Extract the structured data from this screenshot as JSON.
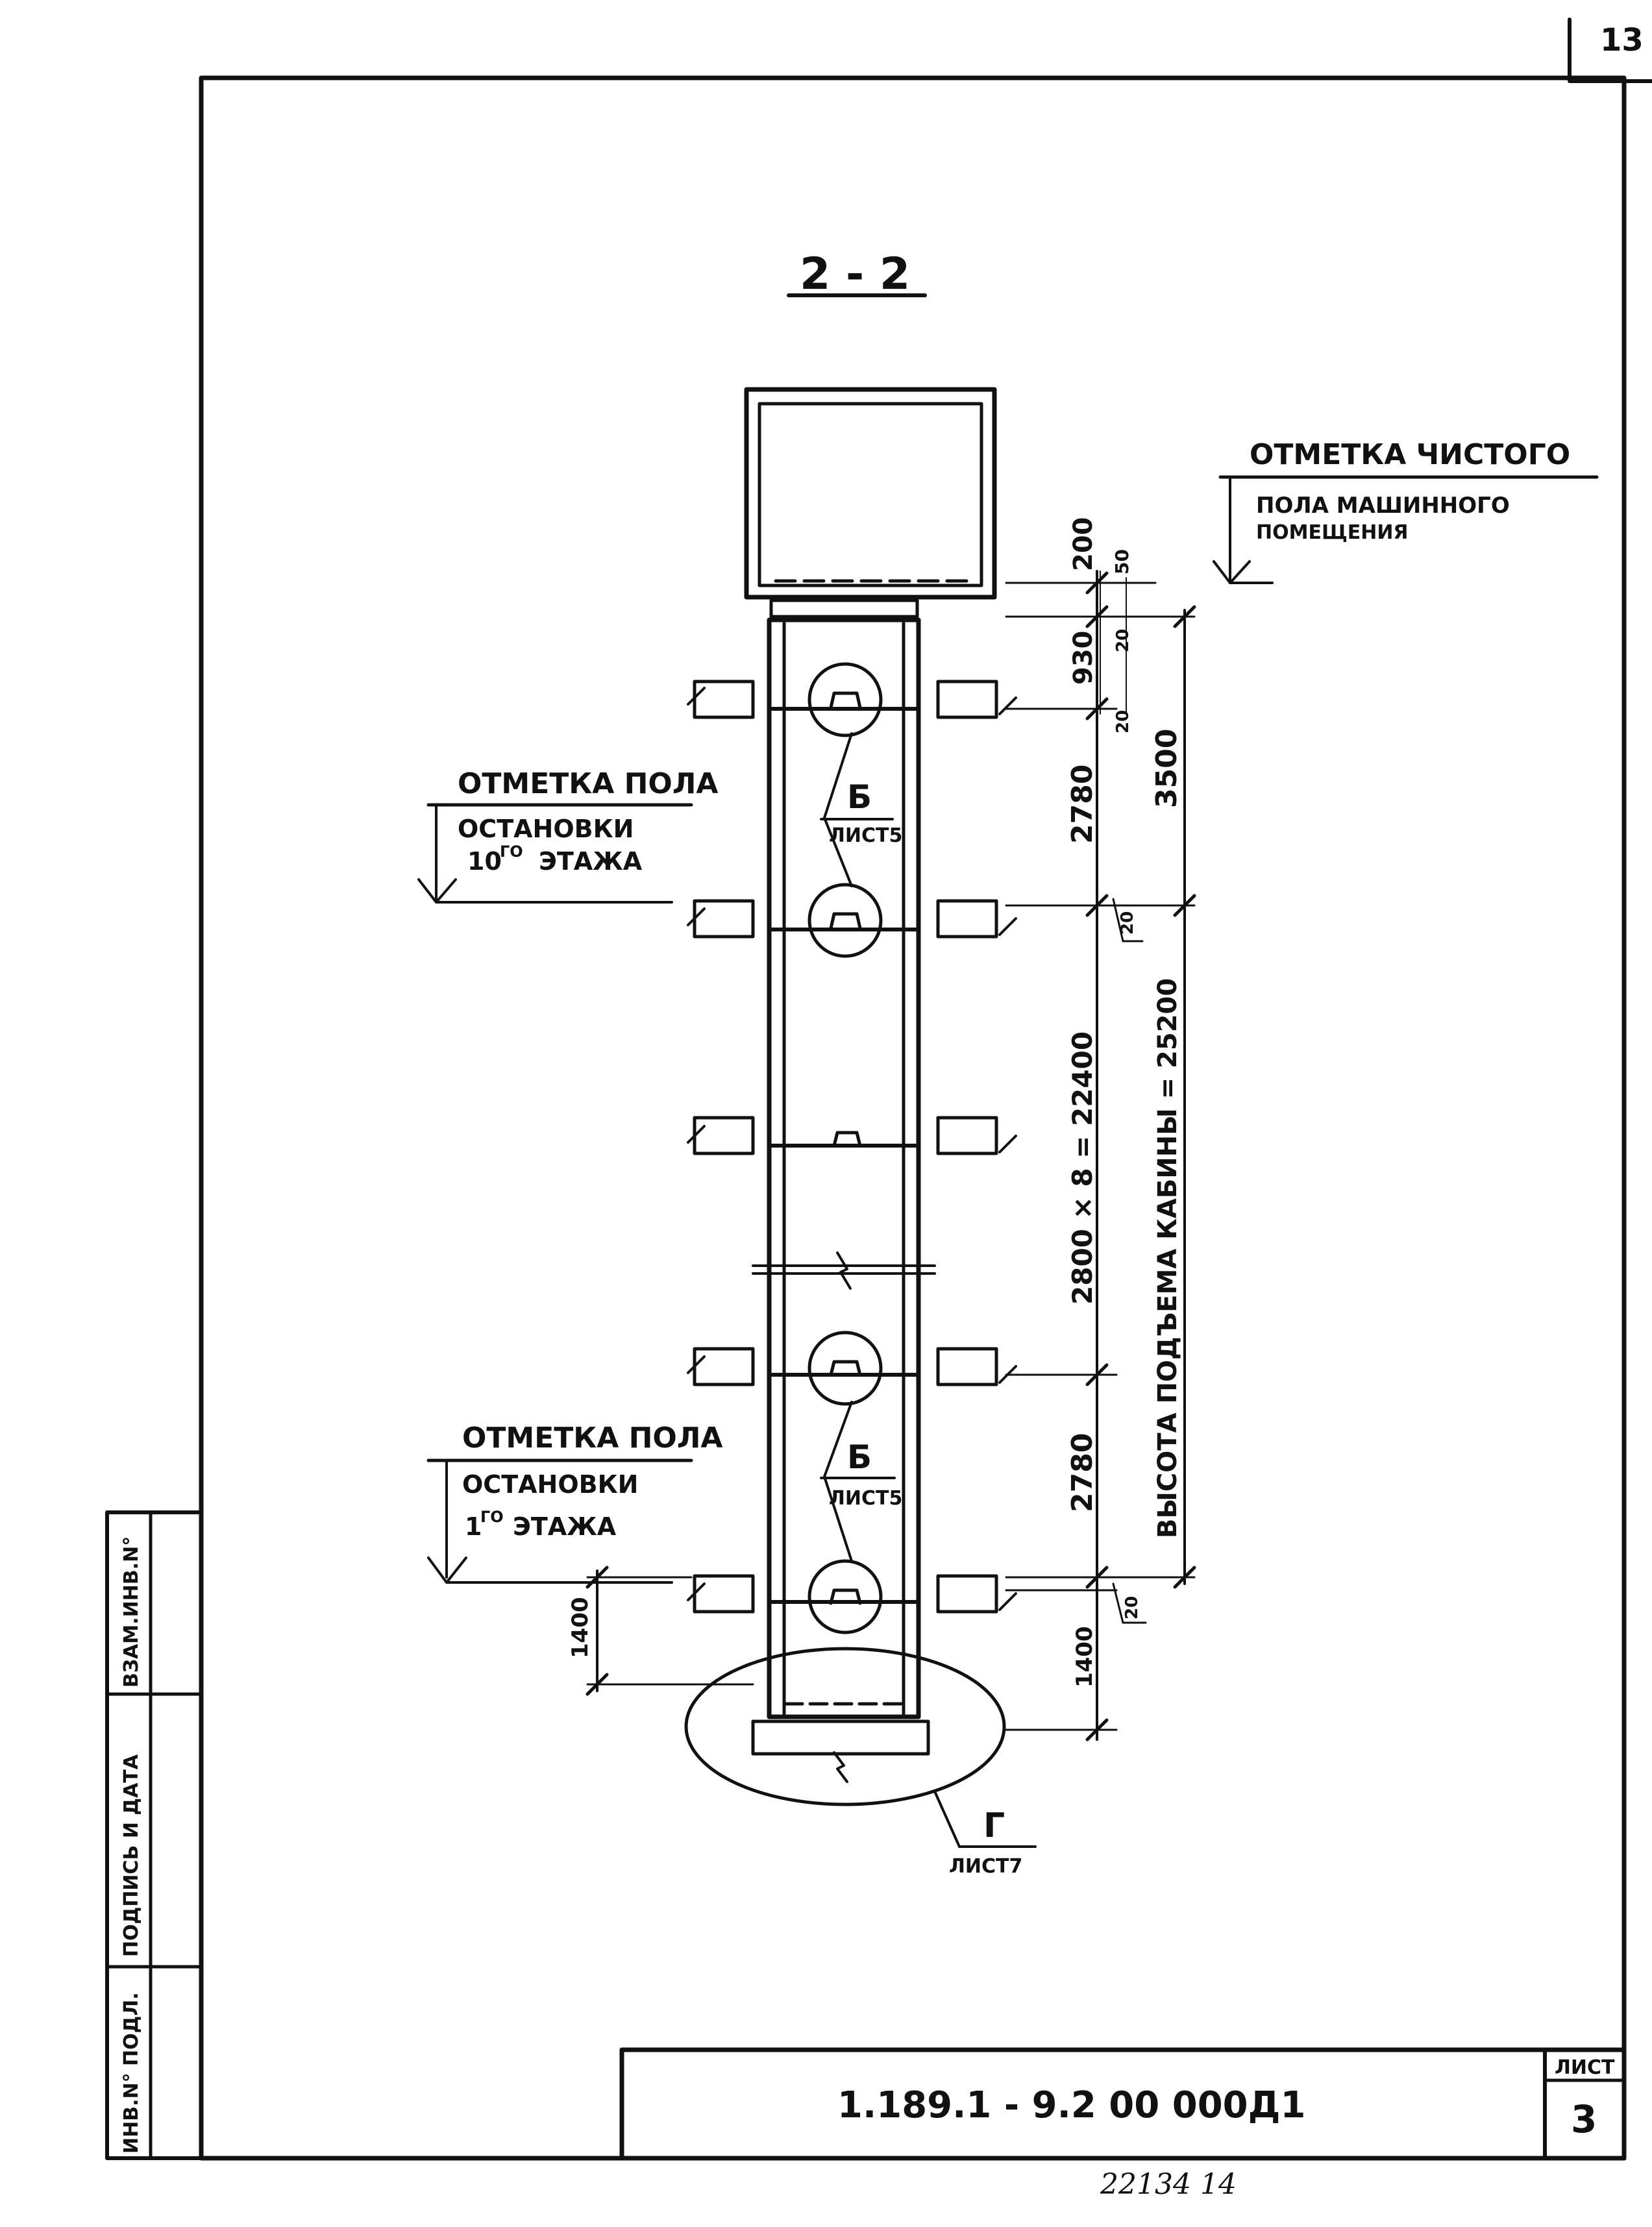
{
  "page_number": "13",
  "section_title": "2 - 2",
  "labels": {
    "machine_room_1": "ОТМЕТКА ЧИСТОГО",
    "machine_room_2": "ПОЛА МАШИННОГО",
    "machine_room_3": "ПОМЕЩЕНИЯ",
    "floor10_1": "ОТМЕТКА ПОЛА",
    "floor10_2": "ОСТАНОВКИ",
    "floor10_3": "10",
    "floor10_sup": "ГО",
    "floor10_4": "ЭТАЖА",
    "floor1_1": "ОТМЕТКА ПОЛА",
    "floor1_2": "ОСТАНОВКИ",
    "floor1_3": "1",
    "floor1_sup": "ГО",
    "floor1_4": "ЭТАЖА"
  },
  "callouts": {
    "b_top_letter": "Б",
    "b_top_sheet": "ЛИСТ5",
    "b_bottom_letter": "Б",
    "b_bottom_sheet": "ЛИСТ5",
    "g_letter": "Г",
    "g_sheet": "ЛИСТ7"
  },
  "dimensions": {
    "d200": "200",
    "d50": "50",
    "d20_a": "20",
    "d930": "930",
    "d20_b": "20",
    "d3500": "3500",
    "d2780_top": "2780",
    "d20_c": "20",
    "d25200": "ВЫСОТА ПОДЪЕМА КАБИНЫ = 25200",
    "d22400": "2800 × 8 = 22400",
    "d2780_bottom": "2780",
    "d20_d": "20",
    "d1400_left": "1400",
    "d1400_right": "1400"
  },
  "side_stamp": {
    "inv_no": "ИНВ.N° ПОДЛ.",
    "signature_date": "ПОДПИСЬ И ДАТА",
    "replaces_inv": "ВЗАМ.ИНВ.N°"
  },
  "title_block": {
    "code": "1.189.1 - 9.2  00  000Д1",
    "sheet_label": "ЛИСТ",
    "sheet_number": "3"
  },
  "footer_note": "22134    14"
}
